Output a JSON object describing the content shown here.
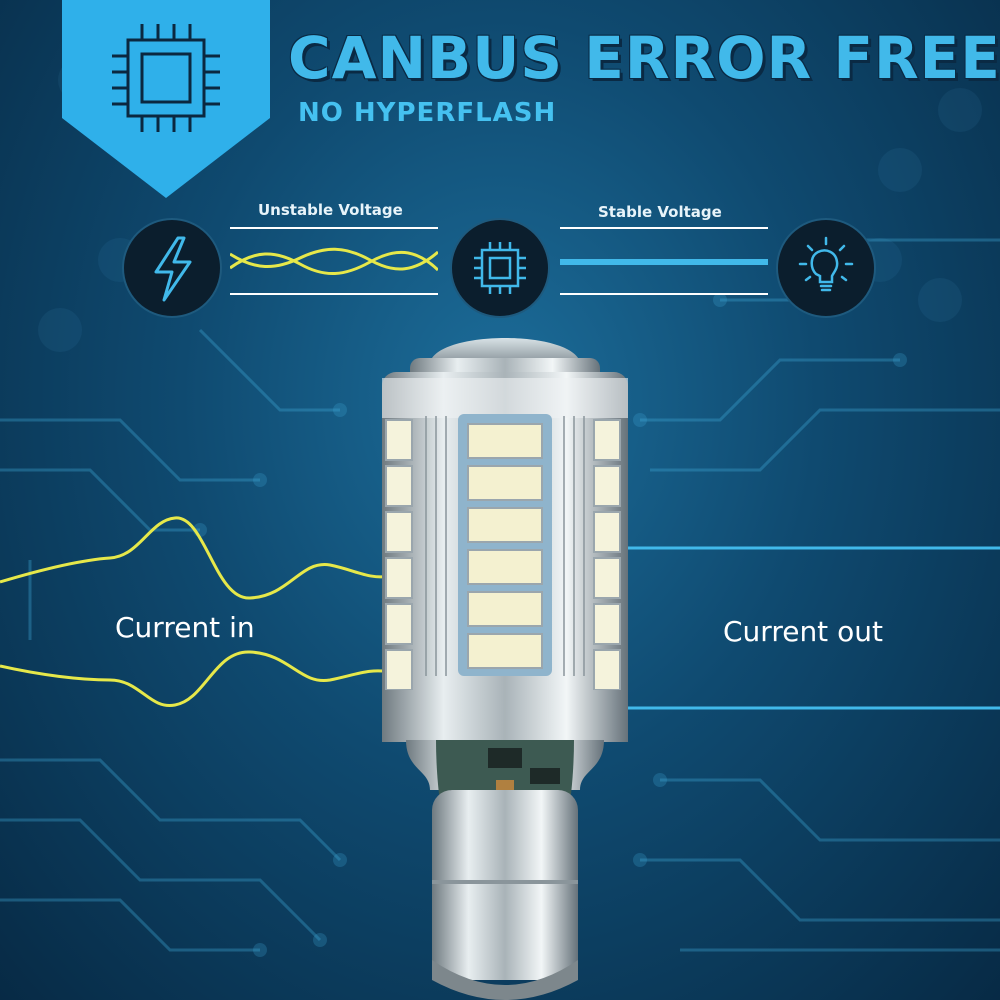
{
  "header": {
    "title": "CANBUS ERROR FREE",
    "subtitle": "NO HYPERFLASH"
  },
  "voltage": {
    "unstable_label": "Unstable Voltage",
    "stable_label": "Stable Voltage"
  },
  "current": {
    "in_label": "Current in",
    "out_label": "Current out"
  },
  "icons": [
    "chip-icon",
    "lightning-icon",
    "chip-icon",
    "lightbulb-icon"
  ],
  "colors": {
    "accent_blue": "#41b9ea",
    "signal_yellow": "#e6e84a",
    "background": "#0f4a70"
  }
}
